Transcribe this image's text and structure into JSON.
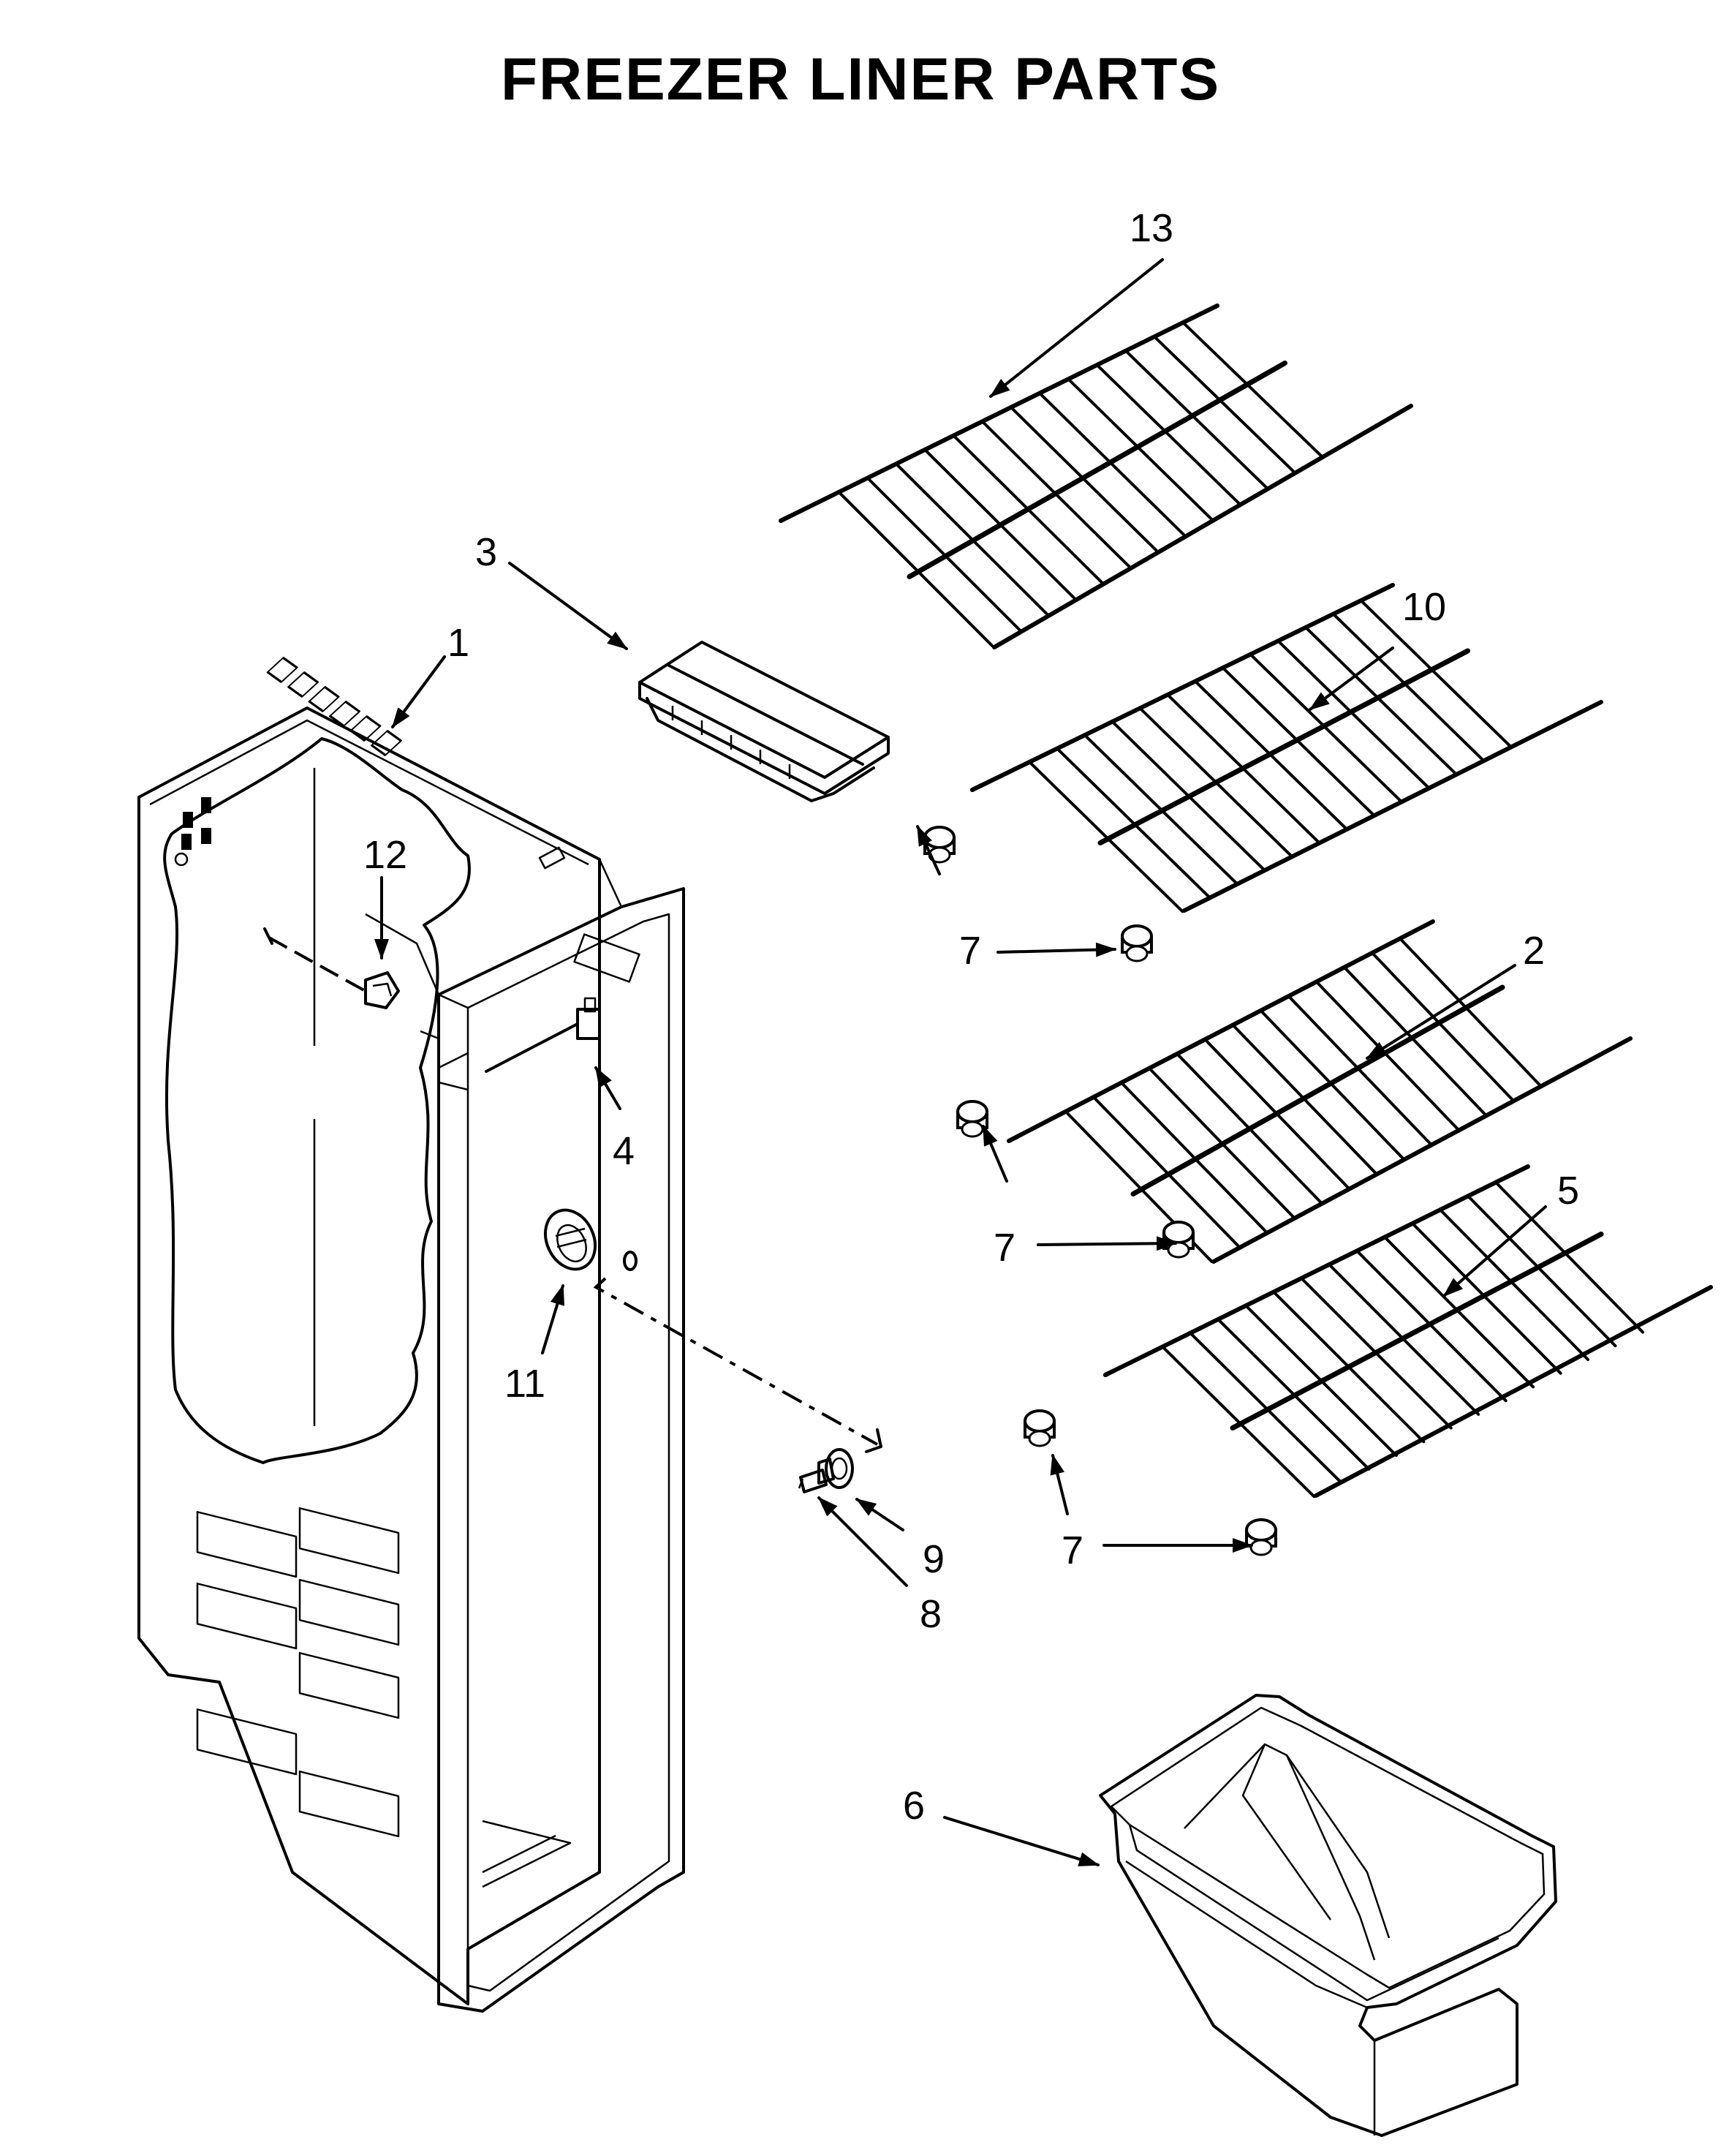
{
  "title": "FREEZER LINER PARTS",
  "callouts": {
    "c1": "1",
    "c2": "2",
    "c3": "3",
    "c4": "4",
    "c5": "5",
    "c6": "6",
    "c7a": "7",
    "c7b": "7",
    "c7c": "7",
    "c8": "8",
    "c9": "9",
    "c10": "10",
    "c11": "11",
    "c12": "12",
    "c13": "13"
  }
}
